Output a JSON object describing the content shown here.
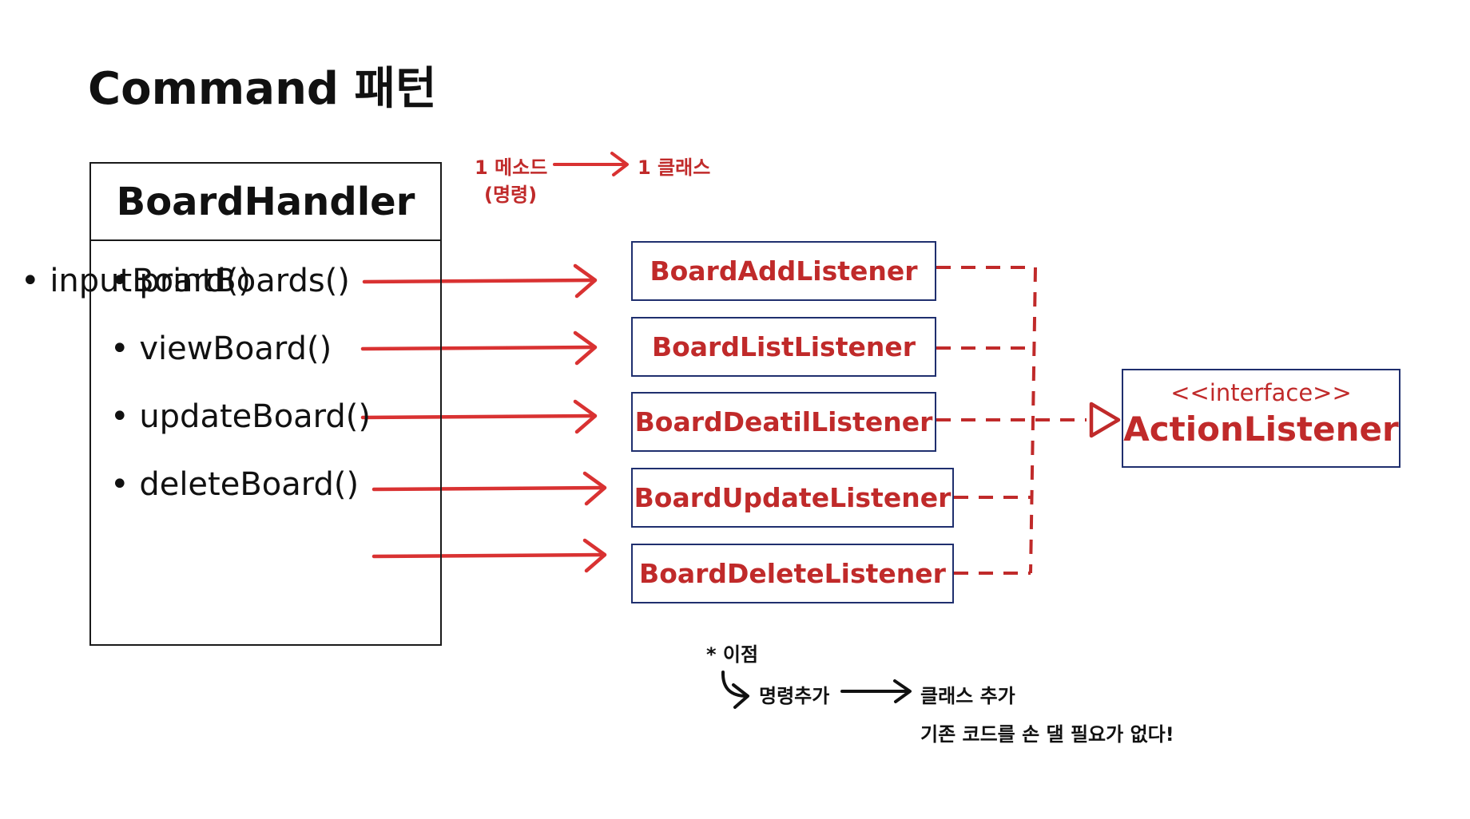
{
  "title": "Command 패턴",
  "handler": {
    "name": "BoardHandler",
    "methods": [
      "inputBoard()",
      "printBoards()",
      "viewBoard()",
      "updateBoard()",
      "deleteBoard()"
    ]
  },
  "top_note": {
    "left": "1 메소드",
    "left_sub": "(명령)",
    "right": "1 클래스"
  },
  "listeners": [
    "BoardAddListener",
    "BoardListListener",
    "BoardDeatilListener",
    "BoardUpdateListener",
    "BoardDeleteListener"
  ],
  "interface": {
    "stereotype": "<<interface>>",
    "name": "ActionListener"
  },
  "benefit": {
    "heading": "* 이점",
    "from": "명령추가",
    "to": "클래스 추가",
    "detail": "기존 코드를 손 댈 필요가 없다!"
  },
  "colors": {
    "accent_red": "#c02a2a",
    "arrow_red": "#d93232",
    "box_border": "#1f2f6e",
    "text": "#111111"
  }
}
